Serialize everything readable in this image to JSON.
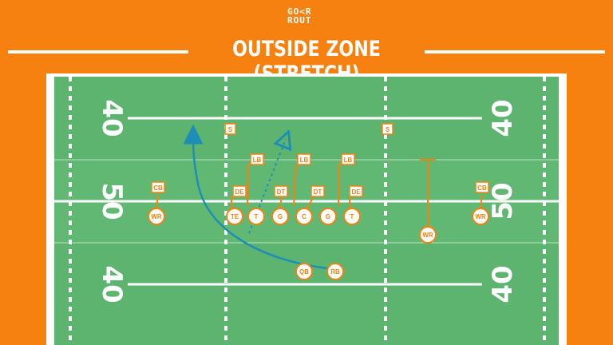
{
  "logo": {
    "line1": "GO",
    "line1b": "R",
    "line2": "ROUT"
  },
  "title": "OUTSIDE ZONE (STRETCH)",
  "field": {
    "yard_numbers": [
      "40",
      "50",
      "40"
    ]
  },
  "players": {
    "wr_left": "WR",
    "te": "TE",
    "t_left": "T",
    "g_left": "G",
    "c": "C",
    "g_right": "G",
    "t_right": "T",
    "wr_slot": "WR",
    "wr_right": "WR",
    "qb": "QB",
    "rb": "RB"
  },
  "defense": {
    "cb_left": "CB",
    "de_left": "DE",
    "dt_left": "DT",
    "dt_right": "DT",
    "de_right": "DE",
    "lb_left": "LB",
    "lb_mid": "LB",
    "lb_right": "LB",
    "s_left": "S",
    "s_right": "S",
    "cb_right": "CB"
  },
  "colors": {
    "background": "#f7810e",
    "field": "#5cb46e",
    "lines": "#ffffff",
    "route_offense": "#f7810e",
    "run_path": "#1d8fb7"
  }
}
